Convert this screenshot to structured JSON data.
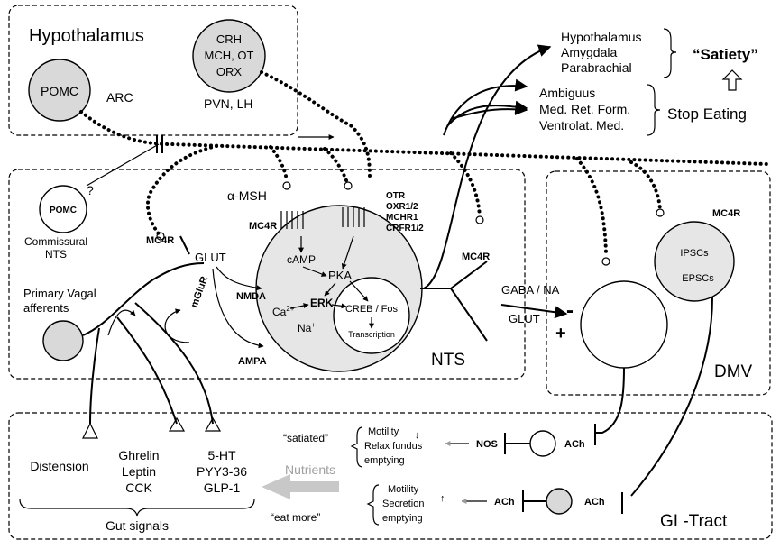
{
  "regions": {
    "hypothalamus": "Hypothalamus",
    "nts": "NTS",
    "dmv": "DMV",
    "gi_tract": "GI -Tract"
  },
  "hypothalamus": {
    "pomc": "POMC",
    "arc": "ARC",
    "neurons": [
      "CRH",
      "MCH, OT",
      "ORX"
    ],
    "pvn_lh": "PVN, LH"
  },
  "nts_labels": {
    "commissural_pomc": "POMC",
    "question": "?",
    "commissural_nts": [
      "Commissural",
      "NTS"
    ],
    "alpha_msh": "α-MSH",
    "mc4r": "MC4R",
    "receptors": [
      "OTR",
      "OXR1/2",
      "MCHR1",
      "CRFR1/2"
    ],
    "camp": "cAMP",
    "pka": "PKA",
    "erk": "ERK",
    "ca": "Ca",
    "ca_sup": "2+",
    "na": "Na",
    "na_sup": "+",
    "creb": "CREB / Fos",
    "transcription": "Transcription",
    "glut": "GLUT",
    "nmda": "NMDA",
    "ampa": "AMPA",
    "mglur": "mGluR",
    "primary_vagal": [
      "Primary Vagal",
      "afferents"
    ],
    "gaba_na": "GABA / NA",
    "glut2": "GLUT",
    "minus": "-",
    "plus": "+"
  },
  "dmv_labels": {
    "mc4r": "MC4R",
    "ipscs": "IPSCs",
    "epscs": "EPSCs"
  },
  "outputs": {
    "targets": [
      "Hypothalamus",
      "Amygdala",
      "Parabrachial"
    ],
    "satiety": "“Satiety”",
    "brainstem": [
      "Ambiguus",
      "Med. Ret. Form.",
      "Ventrolat. Med."
    ],
    "stop_eating": "Stop Eating"
  },
  "gut": {
    "distension": "Distension",
    "hormones1": [
      "Ghrelin",
      "Leptin",
      "CCK"
    ],
    "hormones2": [
      "5-HT",
      "PYY3-36",
      "GLP-1"
    ],
    "gut_signals": "Gut signals",
    "nutrients": "Nutrients",
    "satiated": "“satiated”",
    "eat_more": "“eat more”",
    "motility_down": [
      "Motility",
      "Relax fundus",
      "emptying"
    ],
    "motility_up": [
      "Motility",
      "Secretion",
      "emptying"
    ],
    "nos": "NOS",
    "ach": "ACh"
  }
}
